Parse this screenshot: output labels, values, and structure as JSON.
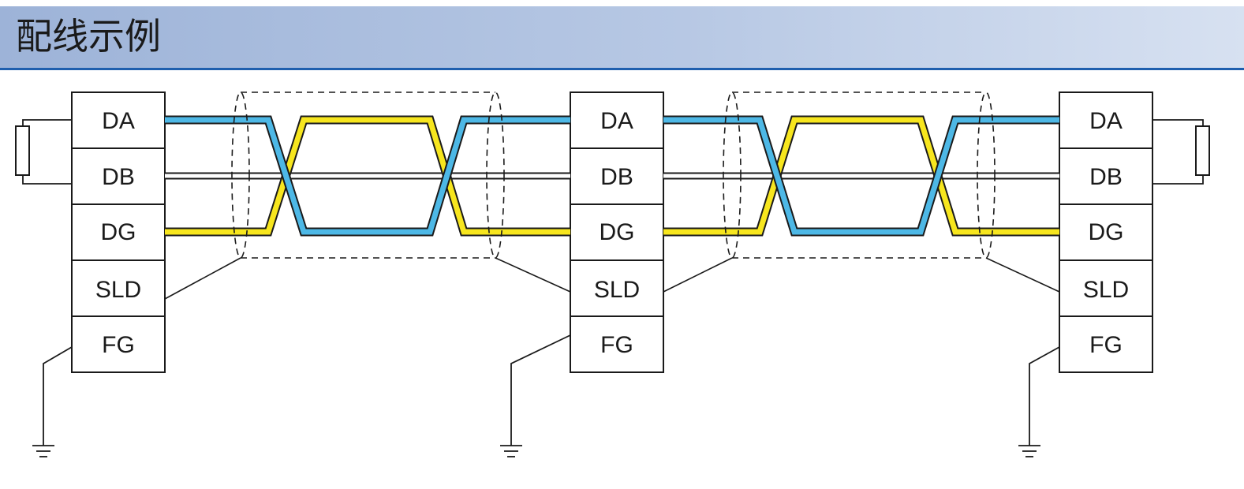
{
  "header": {
    "title": "配线示例"
  },
  "terminal_blocks": [
    {
      "id": "left",
      "terminals": [
        "DA",
        "DB",
        "DG",
        "SLD",
        "FG"
      ],
      "termination_resistor": true
    },
    {
      "id": "middle",
      "terminals": [
        "DA",
        "DB",
        "DG",
        "SLD",
        "FG"
      ],
      "termination_resistor": false
    },
    {
      "id": "right",
      "terminals": [
        "DA",
        "DB",
        "DG",
        "SLD",
        "FG"
      ],
      "termination_resistor": true
    }
  ],
  "cables": [
    {
      "id": "cable-1",
      "from": "left",
      "to": "middle",
      "twisted_pair": [
        "DA",
        "DG"
      ],
      "drain": "DB",
      "shielded": true
    },
    {
      "id": "cable-2",
      "from": "middle",
      "to": "right",
      "twisted_pair": [
        "DA",
        "DG"
      ],
      "drain": "DB",
      "shielded": true
    }
  ],
  "colors": {
    "wire_da": "#4db8e6",
    "wire_dg": "#f7e61e",
    "wire_outline": "#1a1a1a",
    "header_accent": "#1f5fae"
  },
  "icons": [
    "resistor-icon",
    "ground-icon"
  ]
}
